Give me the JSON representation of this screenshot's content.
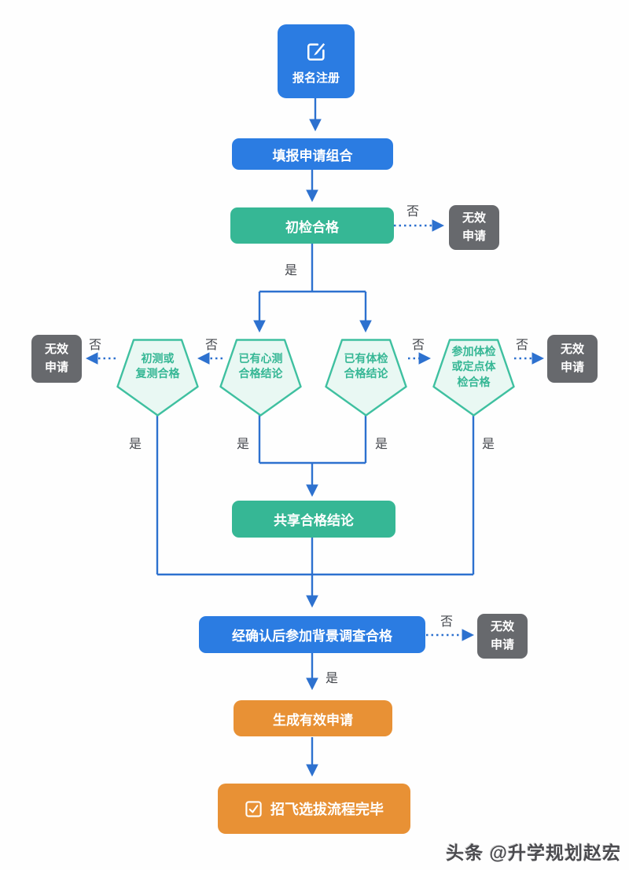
{
  "labels": {
    "yes": "是",
    "no": "否"
  },
  "colors": {
    "blue": "#2b7ce2",
    "teal": "#36b795",
    "pentagon_border": "#3fc0a0",
    "pentagon_fill": "#e9f8f3",
    "gray": "#67696d",
    "orange": "#e89135",
    "connector": "#2d71cf",
    "label_text": "#45484e"
  },
  "nodes": {
    "register": {
      "label": "报名注册",
      "icon": "edit-icon"
    },
    "fill_application": {
      "label": "填报申请组合"
    },
    "initial_check": {
      "label": "初检合格"
    },
    "pentagon1": {
      "lines": [
        "初测或",
        "复测合格"
      ]
    },
    "pentagon2": {
      "lines": [
        "已有心测",
        "合格结论"
      ]
    },
    "pentagon3": {
      "lines": [
        "已有体检",
        "合格结论"
      ]
    },
    "pentagon4": {
      "lines": [
        "参加体检",
        "或定点体",
        "检合格"
      ]
    },
    "invalid": {
      "lines": [
        "无效",
        "申请"
      ]
    },
    "share": {
      "label": "共享合格结论"
    },
    "background_check": {
      "label": "经确认后参加背景调查合格"
    },
    "generate": {
      "label": "生成有效申请"
    },
    "finish": {
      "label": "招飞选拔流程完毕",
      "icon": "checkbox-icon"
    }
  },
  "watermark": "头条 @升学规划赵宏"
}
